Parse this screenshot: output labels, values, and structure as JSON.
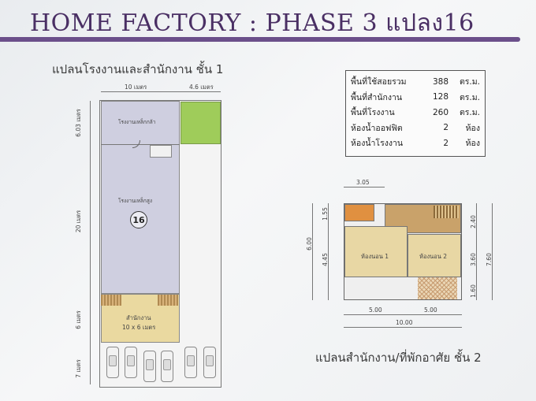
{
  "title": "HOME FACTORY : PHASE 3 แปลง16",
  "plan1": {
    "title": "แปลนโรงงานและสำนักงาน ชั้น 1",
    "dims": {
      "top_width": "10 เมตร",
      "top_side": "4.6 เมตร",
      "left_1": "6.03 เมตร",
      "left_2": "20 เมตร",
      "left_3": "6 เมตร",
      "left_4": "7 เมตร"
    },
    "rooms": {
      "warehouse": "โรงงานเหล็กกล้า",
      "factory": "โรงงานเหล็กสูง",
      "plot_number": "16",
      "office": "สำนักงาน",
      "office_size": "10 x 6 เมตร"
    }
  },
  "info": {
    "rows": [
      {
        "label": "พื้นที่ใช้สอยรวม",
        "value": "388",
        "unit": "ตร.ม."
      },
      {
        "label": "พื้นที่สำนักงาน",
        "value": "128",
        "unit": "ตร.ม."
      },
      {
        "label": "พื้นที่โรงงาน",
        "value": "260",
        "unit": "ตร.ม."
      },
      {
        "label": "ห้องน้ำออฟฟิต",
        "value": "2",
        "unit": "ห้อง"
      },
      {
        "label": "ห้องน้ำโรงงาน",
        "value": "2",
        "unit": "ห้อง"
      }
    ]
  },
  "plan2": {
    "title": "แปลนสำนักงาน/ที่พักอาศัย ชั้น 2",
    "dims": {
      "top": "3.05",
      "left_total": "6.00",
      "left_a": "1.55",
      "left_b": "4.45",
      "right_a": "2.40",
      "right_b": "3.60",
      "right_c": "1.60",
      "right_total": "7.60",
      "bottom_a": "5.00",
      "bottom_b": "5.00",
      "bottom_total": "10.00"
    },
    "rooms": {
      "bedroom1": "ห้องนอน 1",
      "bedroom2": "ห้องนอน 2"
    }
  },
  "colors": {
    "title": "#4a2f64",
    "rule": "#6b4f8a",
    "factory": "#cfcfe0",
    "office": "#ead9a0",
    "green": "#9fcc5a",
    "stair": "#c9a26a",
    "bedroom": "#e8d7a4",
    "bath": "#e09040"
  }
}
